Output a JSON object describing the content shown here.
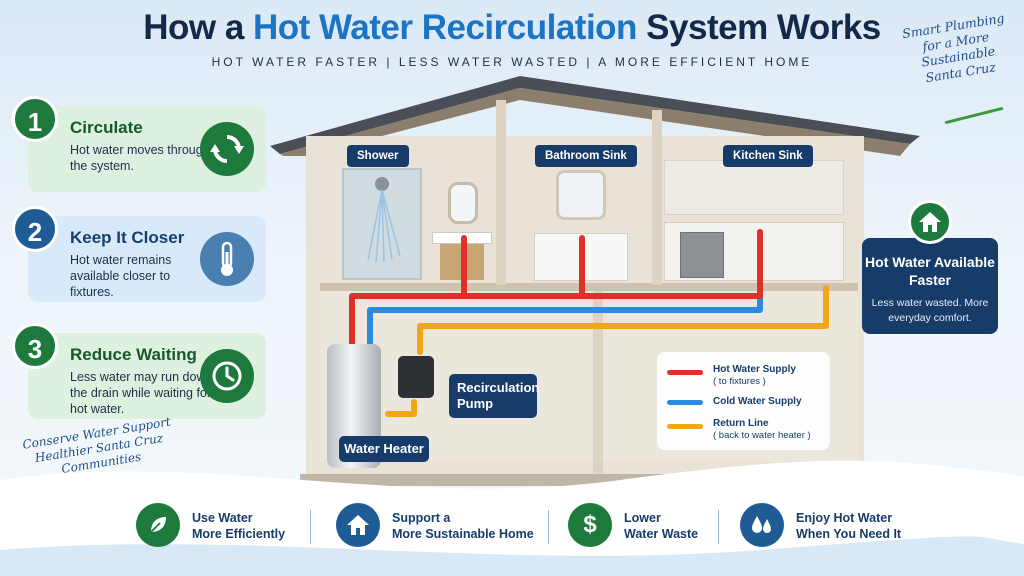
{
  "header": {
    "title_pre": "How a ",
    "title_highlight": "Hot Water Recirculation",
    "title_post": " System Works",
    "subtitle": "HOT WATER FASTER  |  LESS WATER WASTED  |  A MORE EFFICIENT HOME",
    "tagline": "Smart Plumbing for a More Sustainable Santa Cruz"
  },
  "steps": [
    {
      "number": "1",
      "title": "Circulate",
      "text": "Hot water moves through the system.",
      "icon": "circular-arrows-icon"
    },
    {
      "number": "2",
      "title": "Keep It Closer",
      "text": "Hot water remains available closer to fixtures.",
      "icon": "thermometer-icon"
    },
    {
      "number": "3",
      "title": "Reduce Waiting",
      "text": "Less water may run down the drain while waiting for hot water.",
      "icon": "clock-icon"
    }
  ],
  "rooms": {
    "shower": "Shower",
    "bathroom_sink": "Bathroom Sink",
    "kitchen_sink": "Kitchen Sink"
  },
  "equipment": {
    "pump": "Recirculation Pump",
    "heater": "Water Heater"
  },
  "legend": {
    "hot": "Hot Water Supply",
    "hot_sub": "( to fixtures )",
    "cold": "Cold Water Supply",
    "return": "Return Line",
    "return_sub": "( back to water heater )"
  },
  "right_card": {
    "title": "Hot Water Available Faster",
    "text": "Less water wasted. More everyday comfort.",
    "icon": "home-icon"
  },
  "footer_tagline": "Conserve Water Support Healthier Santa Cruz Communities",
  "benefits": [
    {
      "label1": "Use Water",
      "label2": "More Efficiently",
      "icon": "leaf-icon"
    },
    {
      "label1": "Support a",
      "label2": "More Sustainable Home",
      "icon": "home-icon"
    },
    {
      "label1": "Lower",
      "label2": "Water Waste",
      "icon": "dollar-icon"
    },
    {
      "label1": "Enjoy Hot Water",
      "label2": "When You Need It",
      "icon": "water-drops-icon"
    }
  ],
  "colors": {
    "hot": "#e0302a",
    "cold": "#2b8be0",
    "return": "#f2a516",
    "green": "#1d7a3c",
    "navy": "#173c6a"
  }
}
